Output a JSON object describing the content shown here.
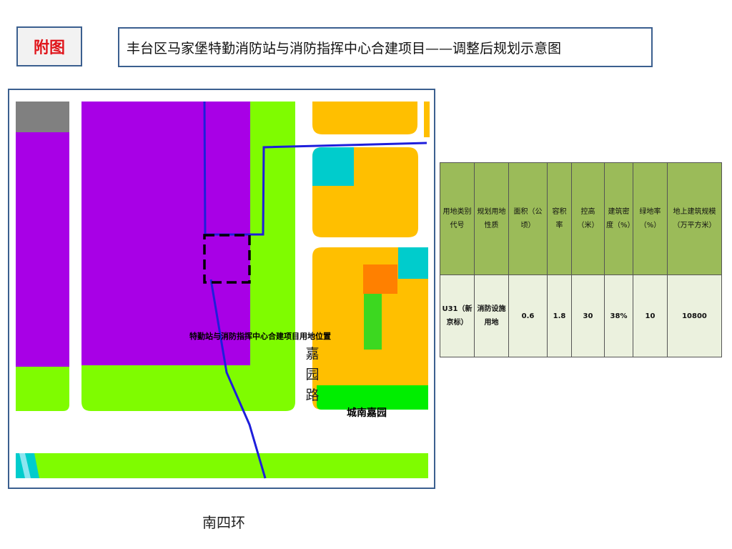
{
  "header": {
    "badge": "附图",
    "title": "丰台区马家堡特勤消防站与消防指挥中心合建项目——调整后规划示意图"
  },
  "map": {
    "site_label": "特勤站与消防指挥中心合建项目用地位置",
    "road_vertical": "嘉园路",
    "road_horizontal": "南四环",
    "area_label": "城南嘉园",
    "colors": {
      "commercial": "#a800e6",
      "green": "#7ffc00",
      "residential": "#ffbf00",
      "public_service": "#ff8000",
      "cyan": "#00cccc",
      "gray": "#808080",
      "boundary_blue": "#1e1edc"
    }
  },
  "table": {
    "headers": [
      "用地类别代号",
      "规划用地性质",
      "面积（公顷）",
      "容积率",
      "控高（米）",
      "建筑密度（%）",
      "绿地率（%）",
      "地上建筑规模（万平方米）"
    ],
    "row": [
      "U31（新京标）",
      "消防设施用地",
      "0.6",
      "1.8",
      "30",
      "38%",
      "10",
      "10800"
    ]
  }
}
